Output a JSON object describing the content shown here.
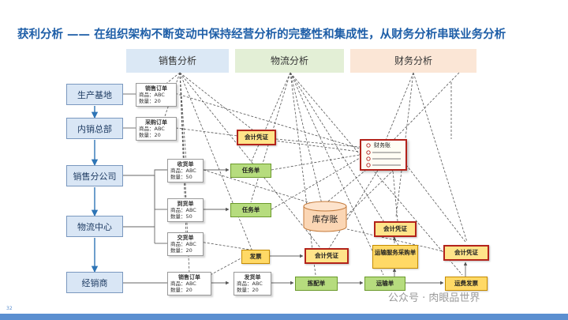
{
  "title": "获利分析 —— 在组织架构不断变动中保持经营分析的完整性和集成性，从财务分析串联业务分析",
  "headers": {
    "sales": "销售分析",
    "logistics": "物流分析",
    "finance": "财务分析"
  },
  "header_colors": {
    "sales": "#dbe8f5",
    "logistics": "#e3efd6",
    "finance": "#fbe6d6"
  },
  "org": [
    "生产基地",
    "内销总部",
    "销售分公司",
    "物流中心",
    "经销商"
  ],
  "docs": [
    {
      "title": "销售订单",
      "l1": "商品：ABC",
      "l2": "数量：20"
    },
    {
      "title": "采购订单",
      "l1": "商品：ABC",
      "l2": "数量：20"
    },
    {
      "title": "收货单",
      "l1": "商品：ABC",
      "l2": "数量：50"
    },
    {
      "title": "到货单",
      "l1": "商品：ABC",
      "l2": "数量：50"
    },
    {
      "title": "交货单",
      "l1": "商品：ABC",
      "l2": "数量：20"
    },
    {
      "title": "销售订单",
      "l1": "商品：ABC",
      "l2": "数量：20"
    },
    {
      "title": "发货单",
      "l1": "商品：ABC",
      "l2": "数量：20"
    }
  ],
  "boxes": {
    "task1": "任务单",
    "task2": "任务单",
    "voucher1": "会计凭证",
    "voucher2": "会计凭证",
    "voucher3": "会计凭证",
    "voucher4": "会计凭证",
    "invoice": "发票",
    "pick": "拣配单",
    "transport": "运输单",
    "transport_purchase": "运输服务采购单",
    "freight_invoice": "运费发票",
    "inventory": "库存账",
    "ledger": "财务账"
  },
  "page_number": "32",
  "watermark": "公众号 · 肉眼品世界"
}
